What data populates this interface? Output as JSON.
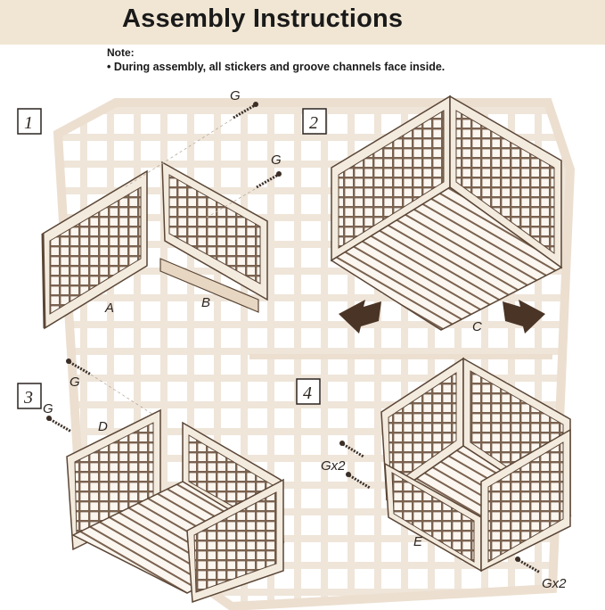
{
  "header": {
    "title": "Assembly Instructions"
  },
  "note": {
    "label": "Note:",
    "items": [
      "• During assembly, all stickers and groove channels face inside."
    ]
  },
  "steps": [
    {
      "number": "1",
      "parts": [
        "A",
        "B"
      ],
      "screw_label": "G",
      "screw_label_2": "G"
    },
    {
      "number": "2",
      "parts": [
        "C"
      ]
    },
    {
      "number": "3",
      "parts": [
        "D"
      ],
      "screw_label": "G",
      "screw_label_2": "G"
    },
    {
      "number": "4",
      "parts": [
        "E"
      ],
      "screw_label": "Gx2",
      "screw_label_2": "Gx2"
    }
  ],
  "colors": {
    "banner": "#f0e6d3",
    "panel_fill": "#f4ebdf",
    "panel_stroke": "#5a4636",
    "ghost": "#eadccb",
    "arrow": "#4a3426"
  }
}
